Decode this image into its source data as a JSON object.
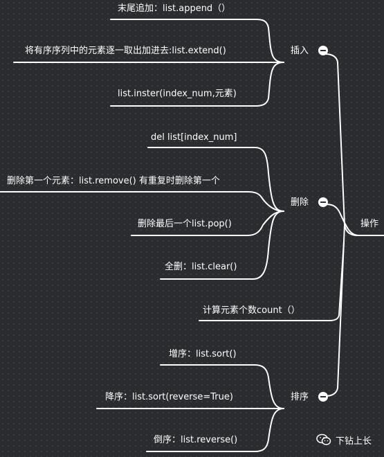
{
  "root": {
    "label": "操作"
  },
  "branches": [
    {
      "label": "插入",
      "leaves": [
        "末尾追加：list.append（）",
        "将有序序列中的元素逐一取出加进去:list.extend()",
        "list.inster(index_num,元素)"
      ]
    },
    {
      "label": "删除",
      "leaves": [
        "del list[index_num]",
        "删除第一个元素：list.remove() 有重复时删除第一个",
        "删除最后一个list.pop()",
        "全删：list.clear()"
      ]
    },
    {
      "label": "计算元素个数count（）",
      "leaves": []
    },
    {
      "label": "排序",
      "leaves": [
        "增序：list.sort()",
        "降序：list.sort(reverse=True)",
        "倒序：list.reverse()"
      ]
    }
  ],
  "watermark": {
    "text": "下钻上长",
    "icon": "wechat-icon"
  },
  "colors": {
    "background": "#2b2c2f",
    "line": "#ffffff",
    "text": "#ffffff"
  }
}
